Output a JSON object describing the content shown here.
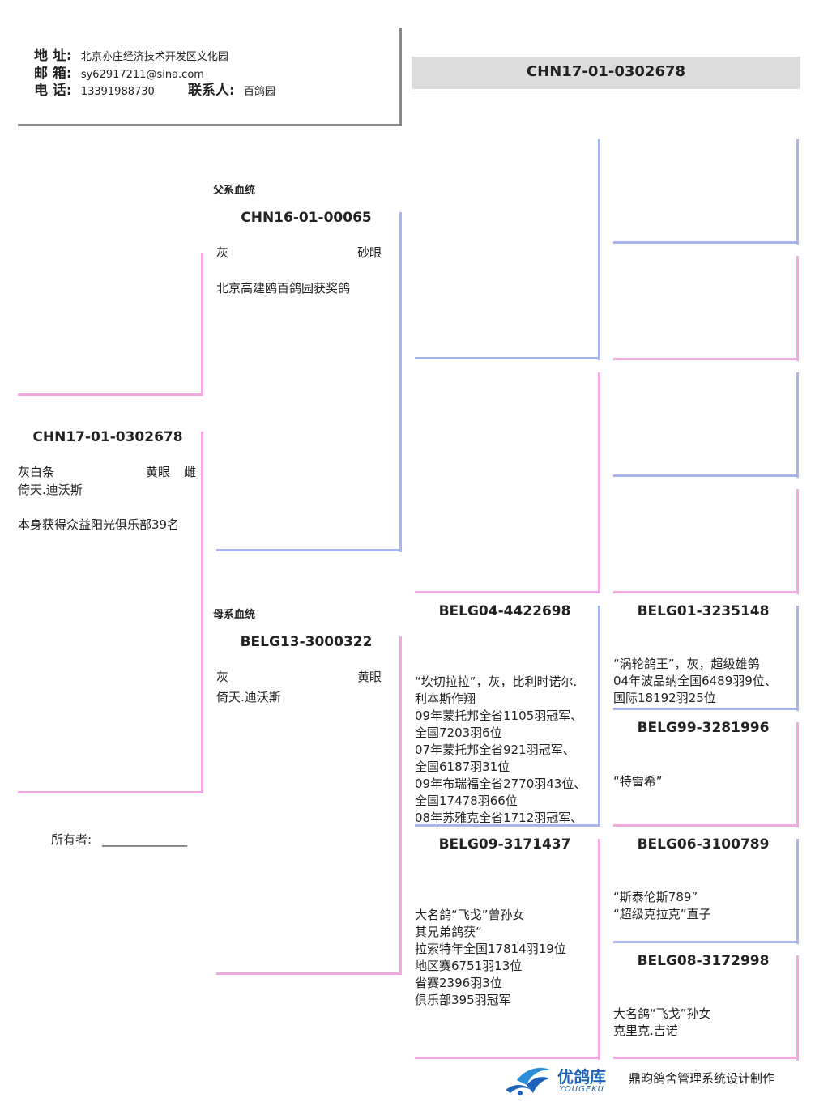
{
  "header": {
    "address_label": "地 址:",
    "address": "北京亦庄经济技术开发区文化园",
    "email_label": "邮 箱:",
    "email": "sy62917211@sina.com",
    "phone_label": "电 话:",
    "phone": "13391988730",
    "contact_label": "联系人:",
    "contact": "百鸽园"
  },
  "title_ring": "CHN17-01-0302678",
  "subject": {
    "ring": "CHN17-01-0302678",
    "color": "灰白条",
    "eye": "黄眼",
    "sex": "雌",
    "line": "倚天.迪沃斯",
    "note": "本身获得众益阳光俱乐部39名",
    "owner_label": "所有者:",
    "owner_blank": "______________"
  },
  "sire": {
    "section_label": "父系血统",
    "ring": "CHN16-01-00065",
    "color": "灰",
    "eye": "砂眼",
    "note": "北京高建鸥百鸽园获奖鸽"
  },
  "dam": {
    "section_label": "母系血统",
    "ring": "BELG13-3000322",
    "color": "灰",
    "eye": "黄眼",
    "line": "倚天.迪沃斯"
  },
  "dam_sire": {
    "ring": "BELG04-4422698",
    "note": "“坎切拉拉”，灰，比利时诺尔.\n利本斯作翔\n09年蒙托邦全省1105羽冠军、\n全国7203羽6位\n07年蒙托邦全省921羽冠军、\n全国6187羽31位\n09年布瑞福全省2770羽43位、\n全国17478羽66位\n08年苏雅克全省1712羽冠军、"
  },
  "dam_dam": {
    "ring": "BELG09-3171437",
    "note": "大名鸽“飞戈”曾孙女\n其兄弟鸽获“\n拉索特年全国17814羽19位\n地区赛6751羽13位\n省赛2396羽3位\n俱乐部395羽冠军"
  },
  "ddss": {
    "ring": "BELG01-3235148",
    "note": "“涡轮鸽王”，灰，超级雄鸽\n04年波品纳全国6489羽9位、\n国际18192羽25位"
  },
  "ddsd": {
    "ring": "BELG99-3281996",
    "note": "“特雷希”"
  },
  "ddds": {
    "ring": "BELG06-3100789",
    "note": "“斯泰伦斯789”\n“超级克拉克”直子"
  },
  "dddd": {
    "ring": "BELG08-3172998",
    "note": "大名鸽“飞戈”孙女\n克里克.吉诺"
  },
  "footer": {
    "logo_cn": "优鸽库",
    "logo_en": "YOUGEKU",
    "credit": "鼎昀鸽舍管理系统设计制作"
  },
  "colors": {
    "pink_line": "#f2a8e0",
    "blue_line": "#a8b4ee",
    "title_bar": "#dcdcdc"
  }
}
